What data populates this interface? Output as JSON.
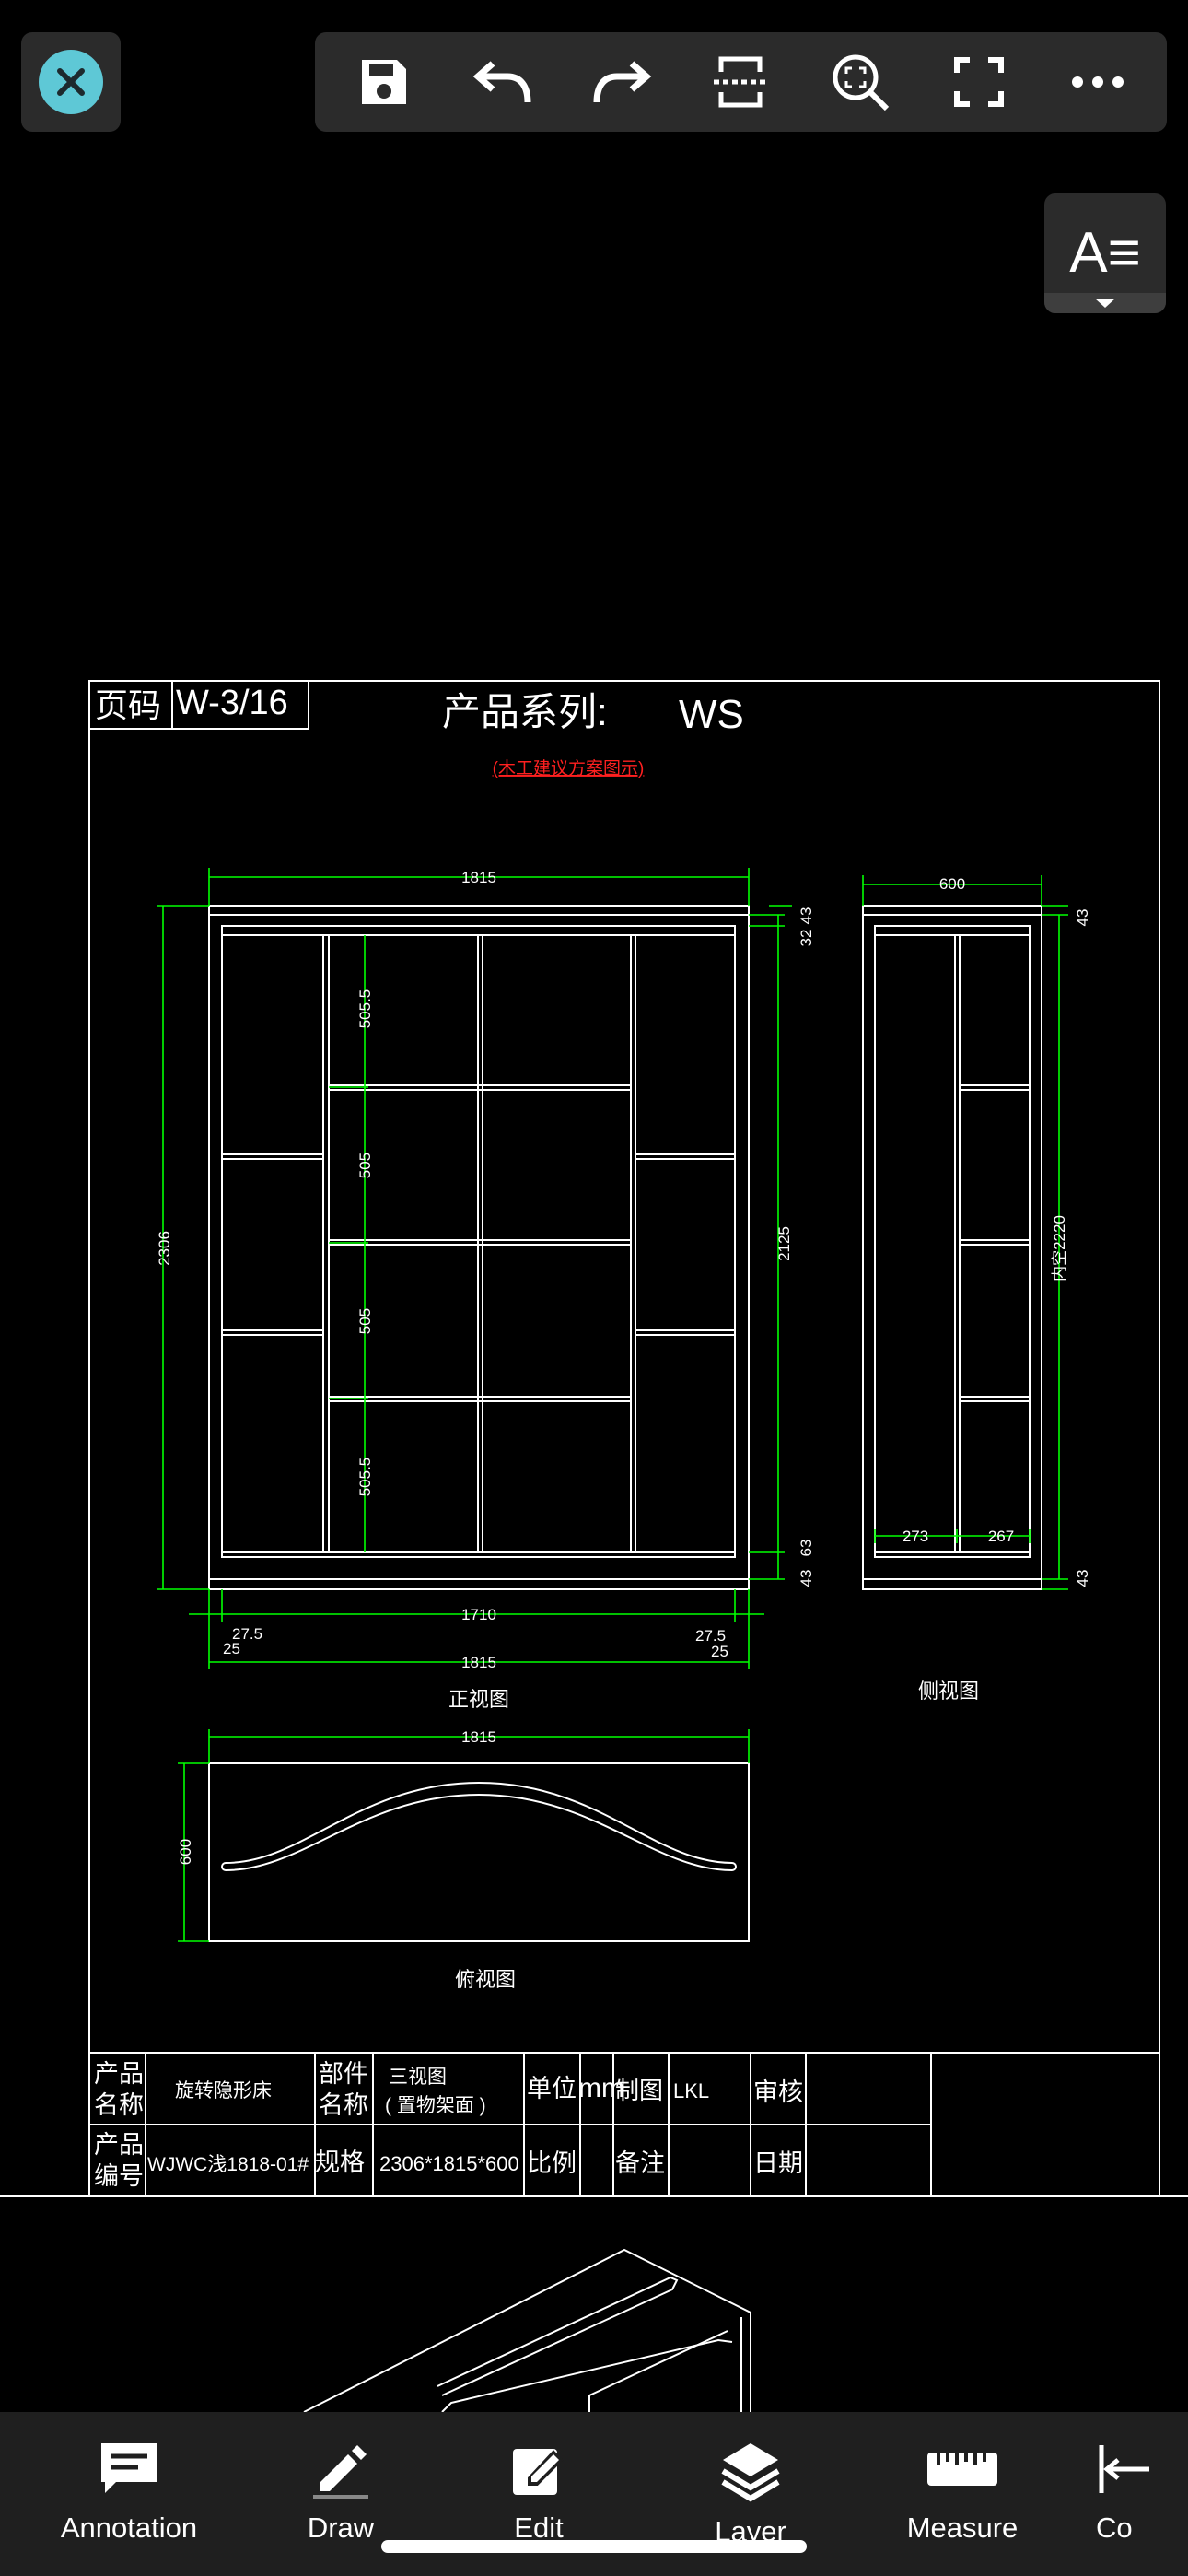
{
  "toolbar": {
    "close_icon": "close-icon",
    "buttons": [
      "save-icon",
      "undo-icon",
      "redo-icon",
      "section-icon",
      "zoom-region-icon",
      "fullscreen-icon",
      "more-icon"
    ]
  },
  "text_style_button": {
    "glyph": "A≡"
  },
  "sheet": {
    "page_label": "页码",
    "page_value": "W-3/16",
    "series_title": "产品系列:",
    "series_value": "WS",
    "note": "(木工建议方案图示)",
    "front_view": "正视图",
    "side_view": "侧视图",
    "top_view": "俯视图",
    "dims": {
      "front_width": "1815",
      "side_width": "600",
      "height_total": "2306",
      "inner_height": "2125",
      "top_off1": "32",
      "top_off2": "43",
      "row1": "505.5",
      "row2": "505",
      "row3": "505",
      "row4": "505.5",
      "bottom_63": "63",
      "bottom_43": "43",
      "base_1710": "1710",
      "left_27": "27.5",
      "left_25": "25",
      "right_27": "27.5",
      "right_25": "25",
      "bottom_1815": "1815",
      "side_inner": "内空2220",
      "side_43a": "43",
      "side_43b": "43",
      "side_273": "273",
      "side_267": "267",
      "top_1815": "1815",
      "top_600": "600"
    },
    "titleblock": {
      "product_name_label_1": "产品",
      "product_name_label_2": "名称",
      "product_name": "旋转隐形床",
      "part_label_1": "部件",
      "part_label_2": "名称",
      "part_name_1": "三视图",
      "part_name_2": "( 置物架面 )",
      "unit_label": "单位",
      "unit_value": "mm",
      "drawn_label": "制图",
      "drawn_value": "LKL",
      "check_label": "审核",
      "product_code_label_1": "产品",
      "product_code_label_2": "编号",
      "product_code": "WJWC浅1818-01#",
      "spec_label": "规格",
      "spec_value": "2306*1815*600",
      "scale_label": "比例",
      "remark_label": "备注",
      "date_label": "日期"
    }
  },
  "bottom_tabs": [
    {
      "label": "Annotation",
      "icon": "annotation-icon"
    },
    {
      "label": "Draw",
      "icon": "draw-icon"
    },
    {
      "label": "Edit",
      "icon": "edit-icon"
    },
    {
      "label": "Layer",
      "icon": "layer-icon"
    },
    {
      "label": "Measure",
      "icon": "measure-icon"
    },
    {
      "label": "Co",
      "icon": "coordinate-icon"
    }
  ],
  "colors": {
    "dim": "#00ff00",
    "line": "#ffffff",
    "accent_red": "#ff2020",
    "close": "#5ec8d6",
    "bar": "#2b2b2b"
  }
}
